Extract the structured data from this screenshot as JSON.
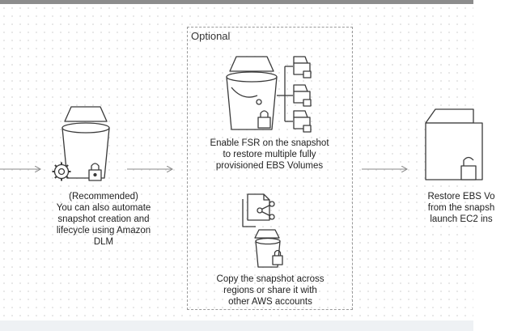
{
  "optional_label": "Optional",
  "left_caption": {
    "line1": "(Recommended)",
    "line2": "You can also automate",
    "line3": "snapshot creation and",
    "line4": "lifecycle using Amazon",
    "line5": "DLM"
  },
  "fsr_caption": {
    "line1": "Enable FSR on the snapshot",
    "line2": "to restore multiple fully",
    "line3": "provisioned EBS Volumes"
  },
  "copy_caption": {
    "line1": "Copy the snapshot across",
    "line2": "regions or share it with",
    "line3": "other AWS accounts"
  },
  "right_caption": {
    "line1": "Restore EBS Vo",
    "line2": "from the snapsh",
    "line3": "launch EC2 ins"
  },
  "icons": {
    "left": "bucket-gear-lock-icon",
    "fsr": "bucket-with-multiple-volumes-icon",
    "copy": "document-share-bucket-icon",
    "right": "volume-lock-icon"
  }
}
